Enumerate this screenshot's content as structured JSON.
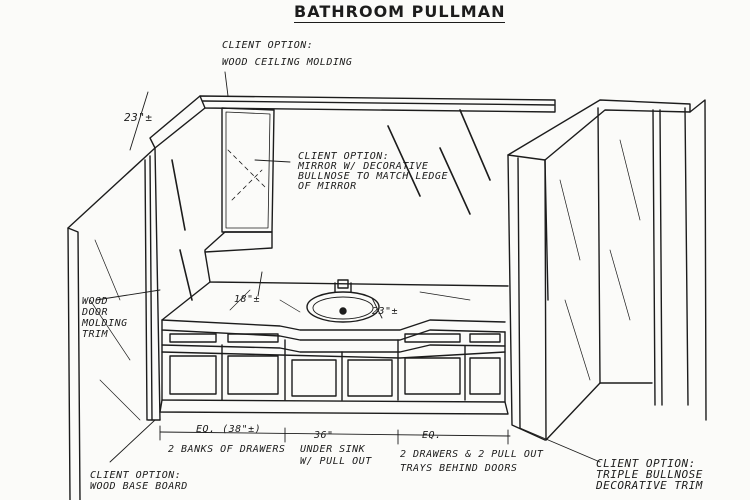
{
  "title": "BATHROOM PULLMAN",
  "notes": {
    "ceiling": [
      "CLIENT OPTION:",
      "WOOD CEILING MOLDING"
    ],
    "mirror": [
      "CLIENT OPTION:",
      "MIRROR W/ DECORATIVE",
      "BULLNOSE TO MATCH LEDGE",
      "OF MIRROR"
    ],
    "door_trim": [
      "WOOD",
      "DOOR",
      "MOLDING",
      "TRIM"
    ],
    "base_board": [
      "CLIENT OPTION:",
      "WOOD BASE BOARD"
    ],
    "bullnose": [
      "CLIENT OPTION:",
      "TRIPLE BULLNOSE",
      "DECORATIVE TRIM"
    ]
  },
  "dimensions": {
    "height": "23\"±",
    "depth_left": "18\"±",
    "depth_sink": "23\"±",
    "left_width": "EQ. (38\"±)",
    "center_width": "36\"",
    "right_width": "EQ."
  },
  "callouts": {
    "left_banks": "2 BANKS OF DRAWERS",
    "under_sink": [
      "UNDER SINK",
      "W/ PULL OUT"
    ],
    "right_drawers": [
      "2 DRAWERS & 2 PULL OUT",
      "TRAYS BEHIND DOORS"
    ]
  }
}
